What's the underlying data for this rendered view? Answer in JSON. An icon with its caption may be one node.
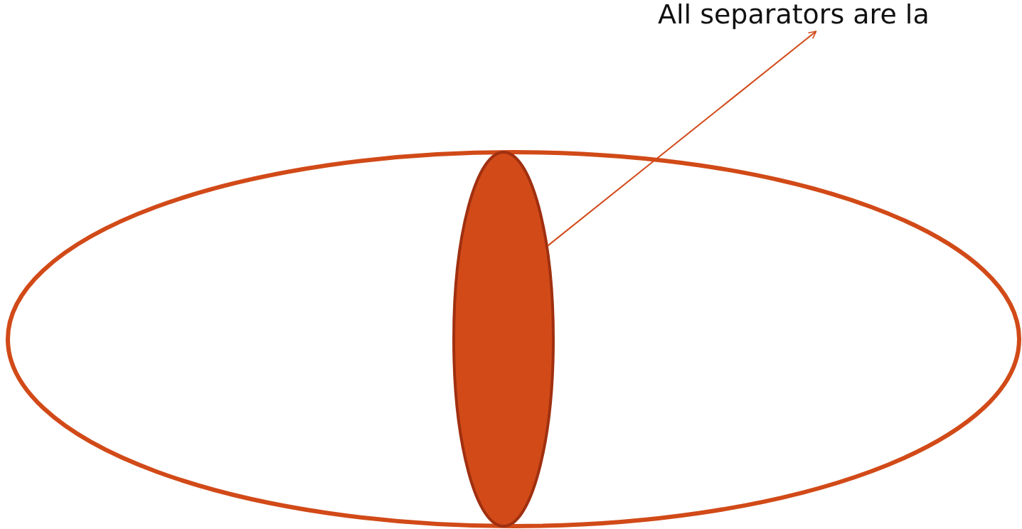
{
  "diagram": {
    "nodes": [
      {
        "text": [],
        "shape": "ellipse"
      },
      {
        "text": [],
        "shape": "ellipse",
        "in": 0
      },
      {
        "text": [
          "All separators are la"
        ]
      }
    ],
    "edges": [
      {
        "from": 1,
        "to": 2,
        "arrow": "to"
      }
    ]
  }
}
